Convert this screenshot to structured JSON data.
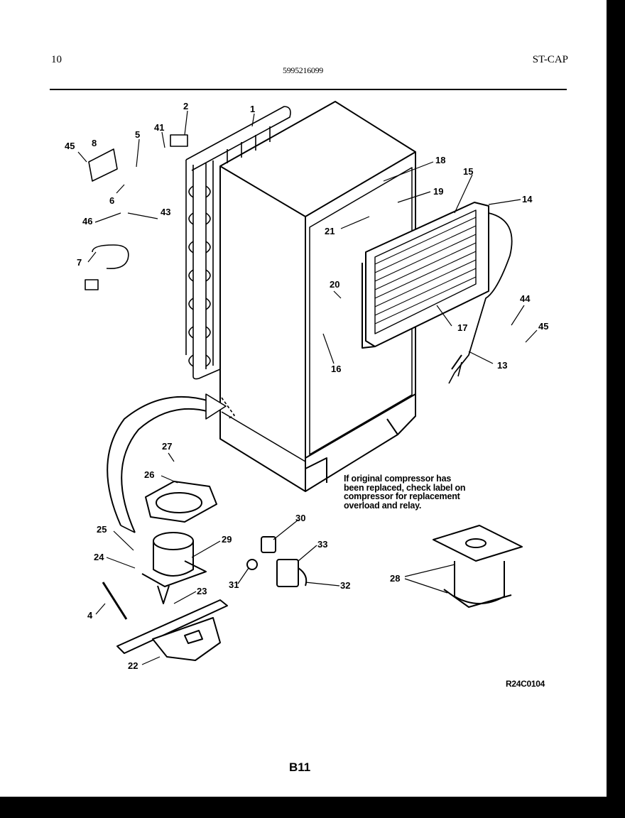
{
  "header": {
    "left": "10",
    "center": "5995216099",
    "right": "ST-CAP"
  },
  "note": {
    "lines": [
      "If original compressor has",
      "been replaced, check label on",
      "compressor for replacement",
      "overload and relay."
    ]
  },
  "diagram_code": "R24C0104",
  "page_number": "B11",
  "callouts": [
    "1",
    "2",
    "41",
    "5",
    "8",
    "45",
    "6",
    "43",
    "46",
    "7",
    "18",
    "15",
    "19",
    "14",
    "21",
    "20",
    "16",
    "17",
    "13",
    "44",
    "45",
    "27",
    "26",
    "30",
    "33",
    "25",
    "29",
    "24",
    "31",
    "32",
    "23",
    "28",
    "4",
    "22"
  ]
}
